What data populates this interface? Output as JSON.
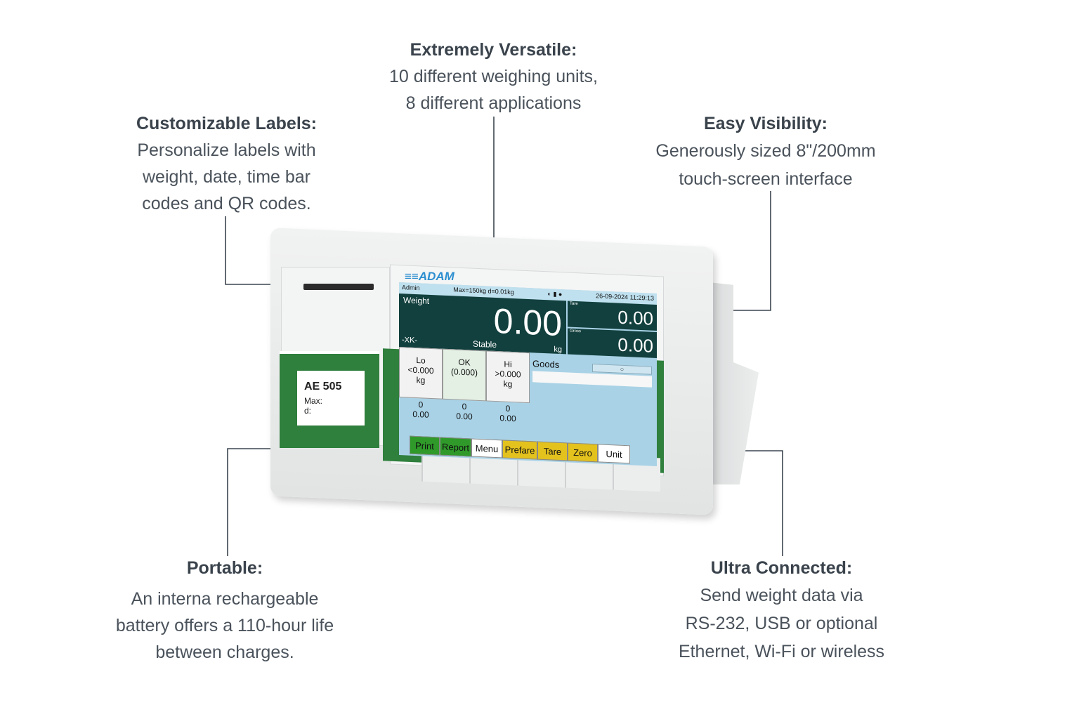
{
  "callouts": {
    "versatile": {
      "title": "Extremely Versatile:",
      "lines": [
        "10 different weighing units,",
        "8 different applications"
      ]
    },
    "labels": {
      "title": "Customizable Labels:",
      "lines": [
        "Personalize labels with",
        "weight, date, time bar",
        "codes and QR codes."
      ]
    },
    "visibility": {
      "title": "Easy Visibility:",
      "lines": [
        "Generously sized 8\"/200mm",
        "touch-screen interface"
      ]
    },
    "portable": {
      "title": "Portable:",
      "lines": [
        "An interna rechargeable",
        "battery offers a 110-hour life",
        "between charges."
      ]
    },
    "connected": {
      "title": "Ultra Connected:",
      "lines": [
        "Send weight data via",
        "RS-232, USB or optional",
        "Ethernet, Wi-Fi or wireless"
      ]
    }
  },
  "device": {
    "brand": "ADAM",
    "model_label": {
      "model": "AE 505",
      "max": "Max:",
      "d": "d:"
    },
    "screen": {
      "user": "Admin",
      "capacity": "Max=150kg d=0.01kg",
      "datetime": "26-09-2024 11:29:13",
      "mode": "Weight",
      "weight": "0.00",
      "stable": "Stable",
      "unit": "kg",
      "motion": "-XK-",
      "tare_label": "Tare",
      "tare": "0.00",
      "gross_label": "Gross",
      "gross": "0.00",
      "check": [
        {
          "title": "Lo",
          "range": "<0.000",
          "unit": "kg"
        },
        {
          "title": "OK",
          "range": "(0.000)",
          "unit": ""
        },
        {
          "title": "Hi",
          "range": ">0.000",
          "unit": "kg"
        }
      ],
      "counts": [
        {
          "n": "0",
          "v": "0.00"
        },
        {
          "n": "0",
          "v": "0.00"
        },
        {
          "n": "0",
          "v": "0.00"
        }
      ],
      "goods": "Goods",
      "buttons": [
        "Print",
        "Report",
        "Menu",
        "Prefare",
        "Tare",
        "Zero",
        "Unit"
      ]
    }
  }
}
